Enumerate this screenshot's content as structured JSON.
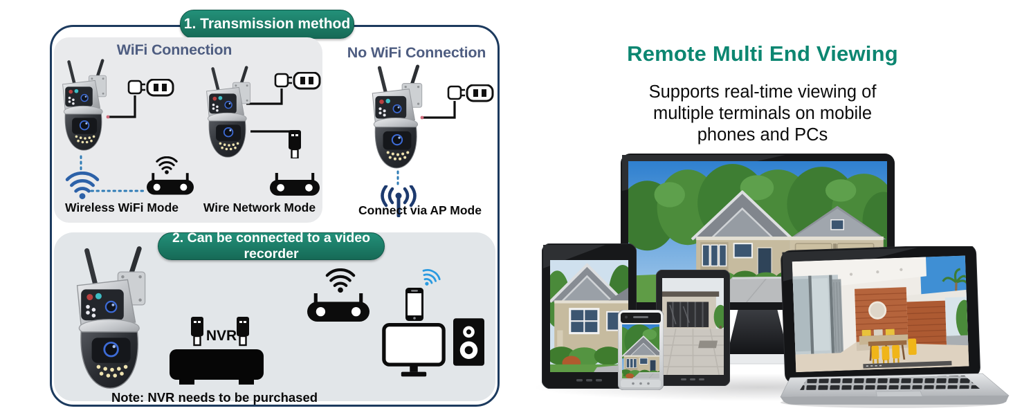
{
  "left_diagram": {
    "section1": {
      "badge": "1. Transmission method",
      "wifi_group": {
        "title": "WiFi Connection",
        "wireless_label": "Wireless WiFi Mode",
        "wired_label": "Wire Network Mode"
      },
      "ap_group": {
        "title": "No WiFi Connection",
        "ap_label": "Connect via AP Mode"
      }
    },
    "section2": {
      "badge": "2. Can be connected to a video recorder",
      "nvr_label": "NVR",
      "note": "Note: NVR needs to be purchased"
    }
  },
  "right_panel": {
    "title": "Remote Multi End Viewing",
    "subtitle_line1": "Supports real-time viewing of",
    "subtitle_line2": "multiple terminals on mobile",
    "subtitle_line3": "phones and PCs"
  },
  "icons": {
    "camera": "dual-lens PTZ security camera",
    "power": "power plug with outlet",
    "router_wifi": "router with wifi waves",
    "router_wired": "router with usb plug",
    "wifi": "wifi signal arcs",
    "ap": "antenna broadcast",
    "usb": "usb connector",
    "nvr": "video recorder box",
    "monitor": "desktop monitor",
    "phone": "smartphone",
    "speaker": "speaker box"
  },
  "colors": {
    "badge_green": "#17806a",
    "border_navy": "#1c3a5e",
    "heading_slate": "#4e5d81",
    "title_teal": "#0c8671",
    "wifi_blue": "#2c61a8",
    "phone_wifi_blue": "#2a9ae0",
    "ap_navy": "#1d3a6e"
  }
}
